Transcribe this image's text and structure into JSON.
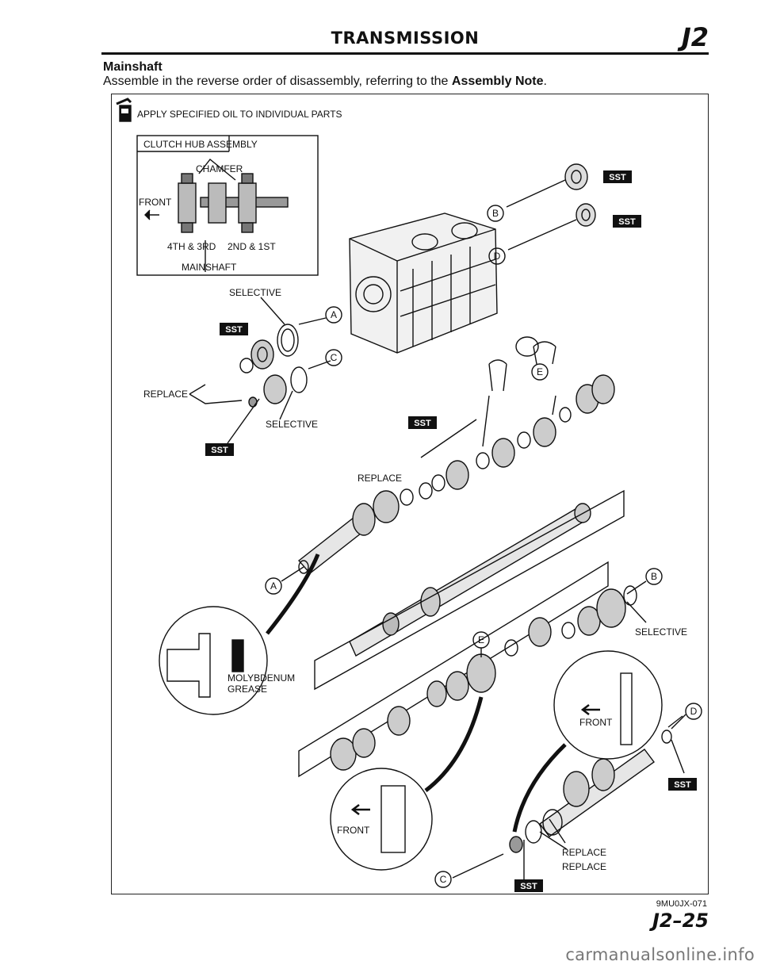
{
  "header": {
    "title": "TRANSMISSION",
    "code": "J2"
  },
  "section": {
    "title": "Mainshaft",
    "intro_prefix": "Assemble in the reverse order of disassembly, referring to the ",
    "intro_bold": "Assembly Note",
    "intro_suffix": "."
  },
  "figure": {
    "oil_note": "APPLY SPECIFIED OIL TO INDIVIDUAL PARTS",
    "inset": {
      "title": "CLUTCH HUB ASSEMBLY",
      "chamfer": "CHAMFER",
      "front": "FRONT",
      "left_gear": "4TH & 3RD",
      "right_gear": "2ND & 1ST",
      "shaft": "MAINSHAFT"
    },
    "sst": "SST",
    "selective": "SELECTIVE",
    "replace": "REPLACE",
    "front": "FRONT",
    "grease_line1": "MOLYBDENUM",
    "grease_line2": "GREASE",
    "callouts": {
      "a": "A",
      "b": "B",
      "c": "C",
      "d": "D",
      "e": "E"
    }
  },
  "footer": {
    "ref": "9MU0JX-071",
    "page": "J2–25"
  },
  "watermark": "carmanualsonline.info"
}
